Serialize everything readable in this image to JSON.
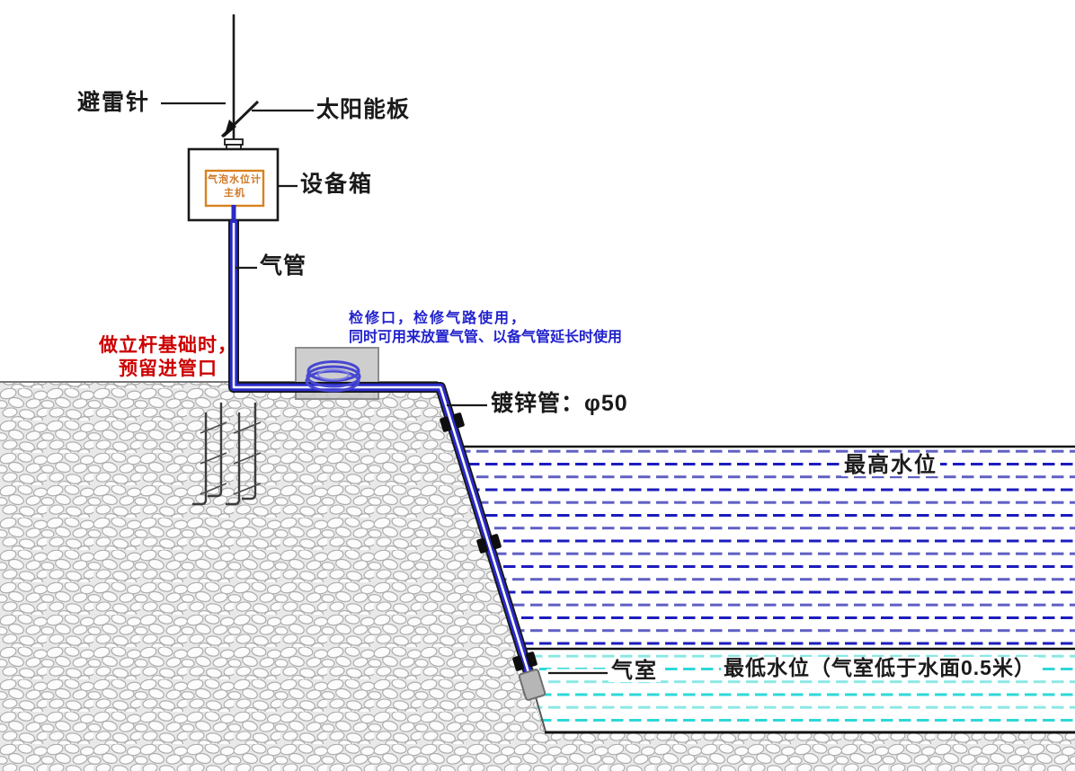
{
  "labels": {
    "lightning_rod": "避雷针",
    "solar_panel": "太阳能板",
    "equipment_box": "设备箱",
    "host_unit_line1": "气泡水位计",
    "host_unit_line2": "主机",
    "air_tube": "气管",
    "galvanized_pipe": "镀锌管：φ50",
    "highest_water_level": "最高水位",
    "air_chamber": "气室",
    "lowest_water_level": "最低水位（气室低于水面0.5米）"
  },
  "notes": {
    "foundation_line1": "做立杆基础时，",
    "foundation_line2": "预留进管口",
    "inspection_line1": "检修口，检修气路使用，",
    "inspection_line2": "同时可用来放置气管、以备气管延长时使用"
  },
  "colors": {
    "tube_blue": "#2a2ac8",
    "dash_blue_dark": "#1c1cbe",
    "dash_blue_light": "#6060c4",
    "dash_cyan_dark": "#2ed8d8",
    "dash_cyan_light": "#8ce8e4",
    "note_red": "#cc0000",
    "note_blue": "#2222cc",
    "host_orange": "#cf7a28",
    "inspection_box_gray": "#c7c7c7",
    "air_chamber_gray": "#b6b6b6"
  }
}
